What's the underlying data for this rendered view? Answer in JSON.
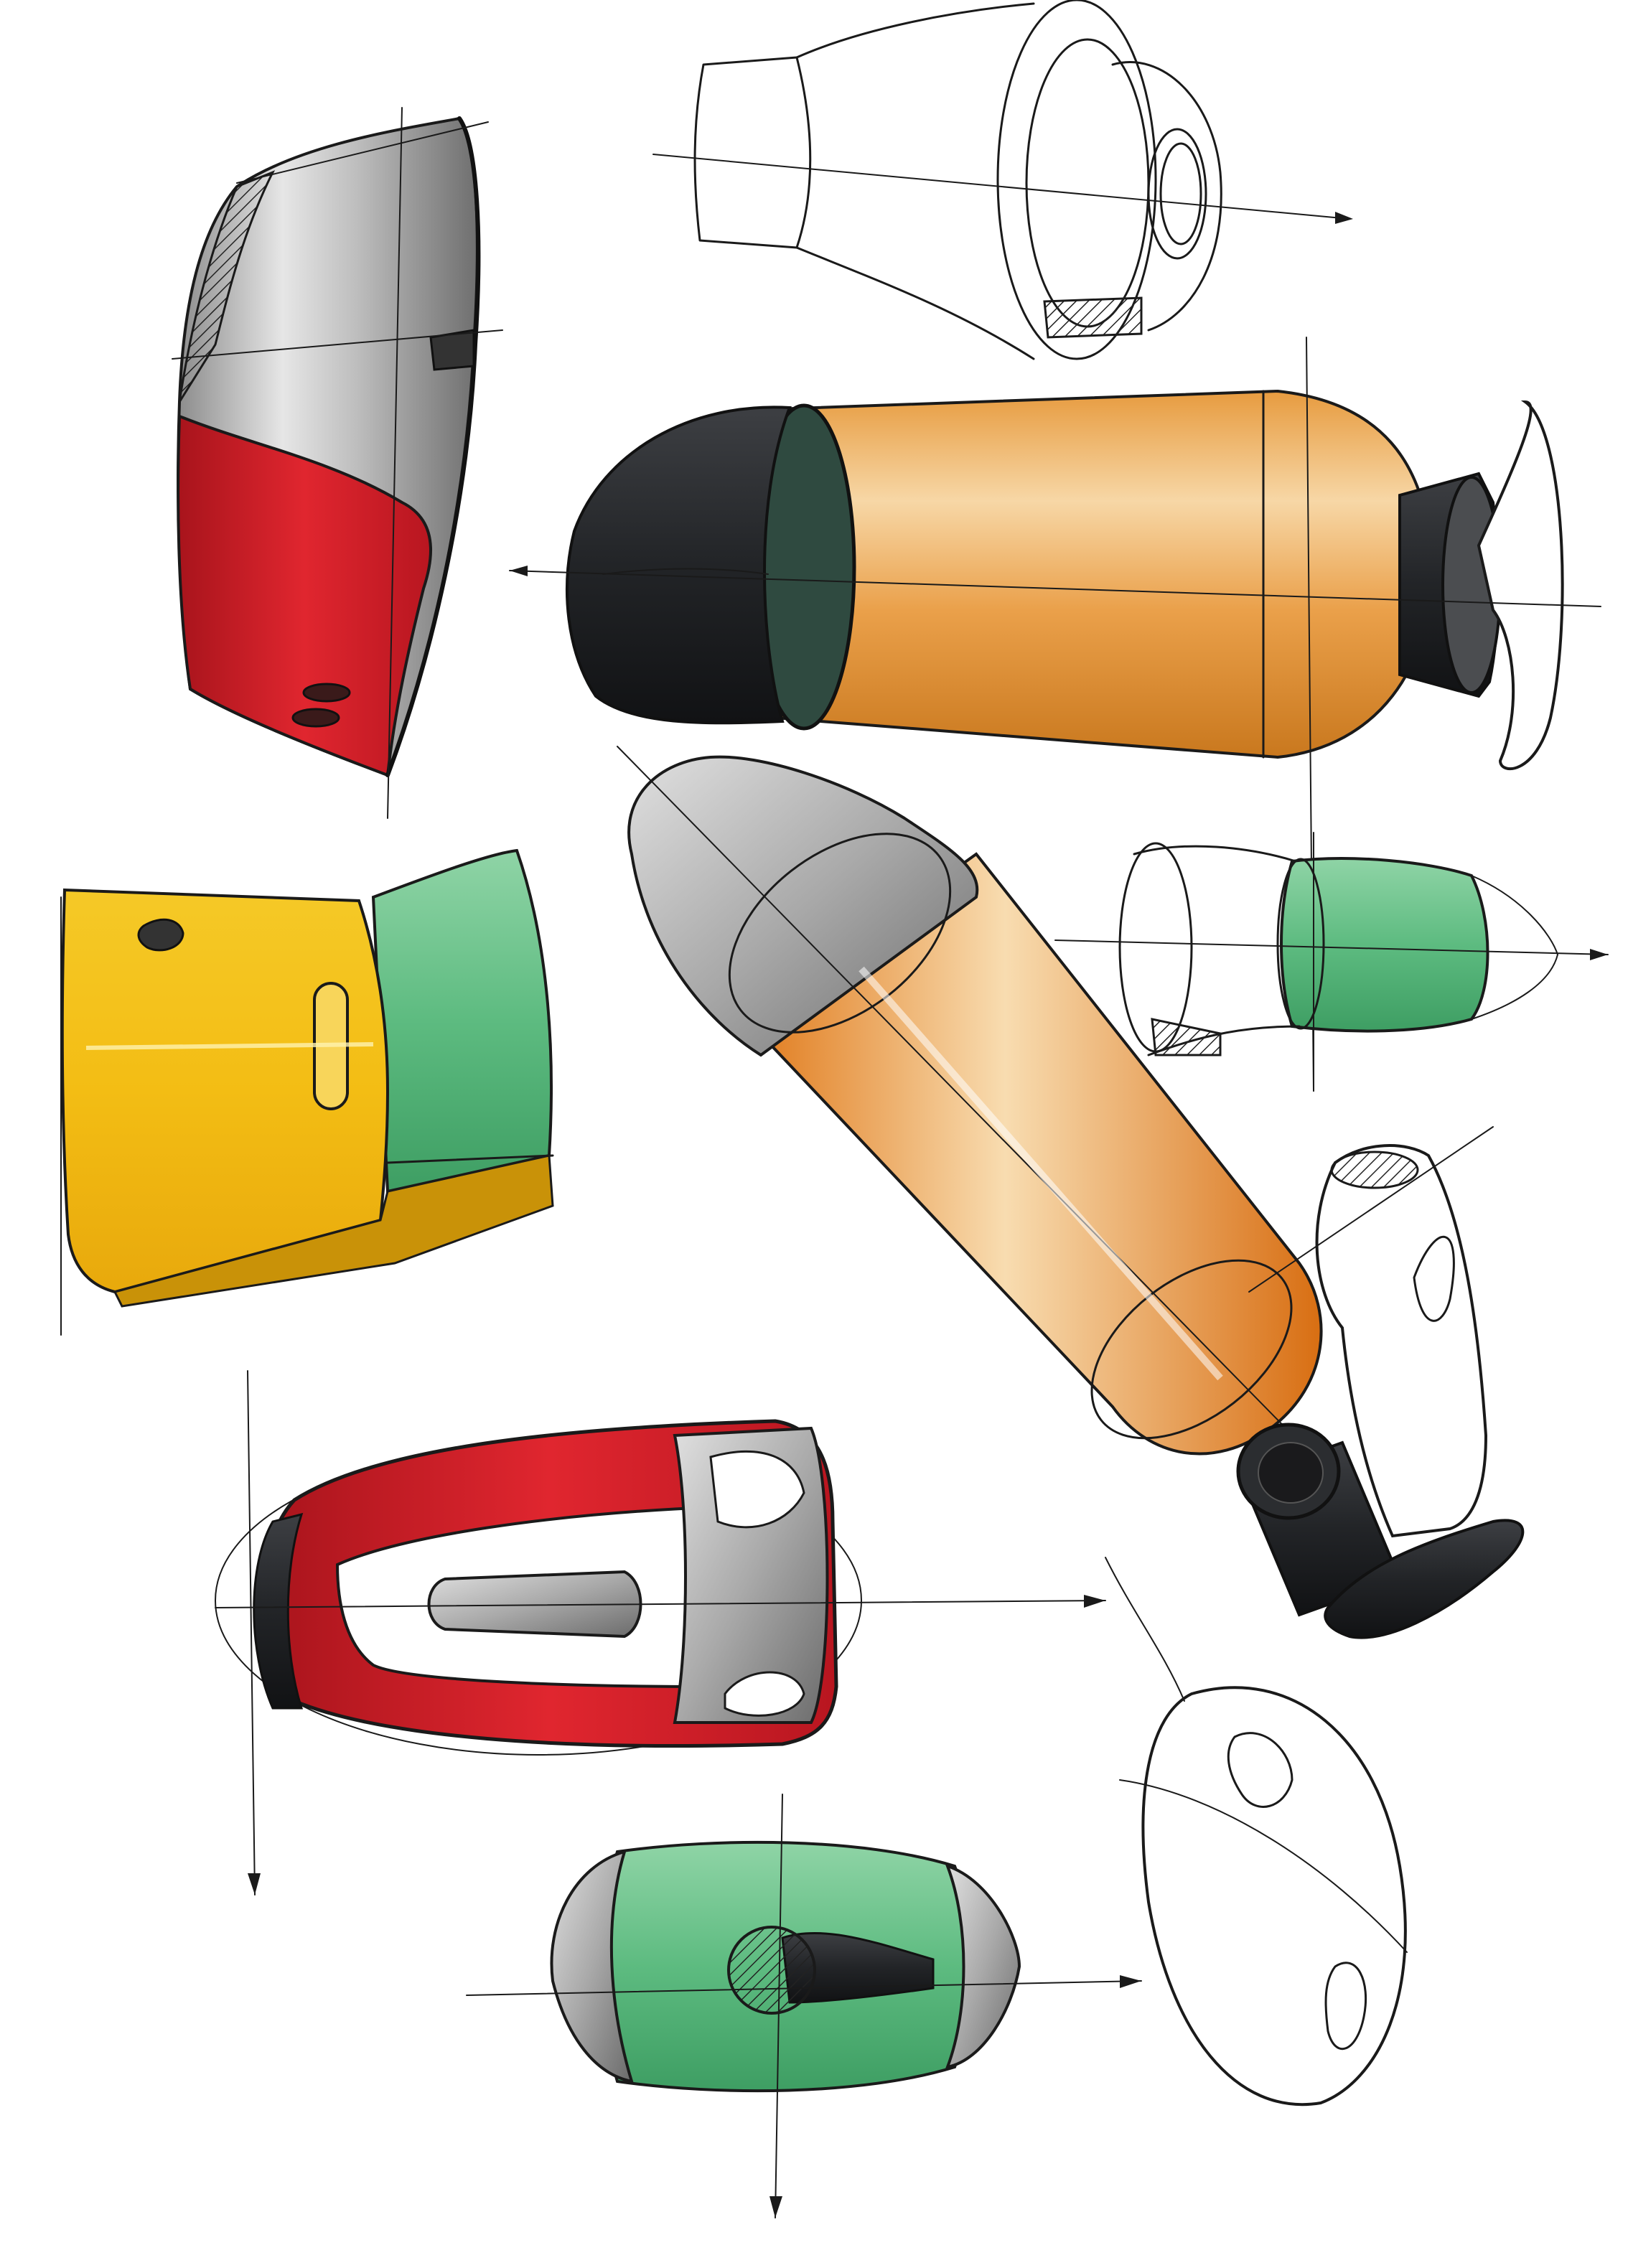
{
  "palette": {
    "paper": "#ffffff",
    "ink": "#1a1a1a",
    "silver": "#b9b9b9",
    "silver_light": "#e4e4e4",
    "red": "#d81f2a",
    "magenta_red": "#d61b4a",
    "orange": "#e89a3a",
    "orange_deep": "#e0791a",
    "green": "#6cc48c",
    "yellow": "#f2bd16",
    "charcoal": "#2b2d30",
    "teal_dark": "#2f4a40"
  },
  "sketches": [
    {
      "name": "silver-red-shell"
    },
    {
      "name": "wireframe-cup"
    },
    {
      "name": "orange-bottle-horizontal"
    },
    {
      "name": "yellow-green-box"
    },
    {
      "name": "orange-bottle-diagonal"
    },
    {
      "name": "green-wireframe-cylinder"
    },
    {
      "name": "dark-hand-unit"
    },
    {
      "name": "red-oval-device"
    },
    {
      "name": "wireframe-mouse"
    },
    {
      "name": "green-capsule"
    }
  ]
}
